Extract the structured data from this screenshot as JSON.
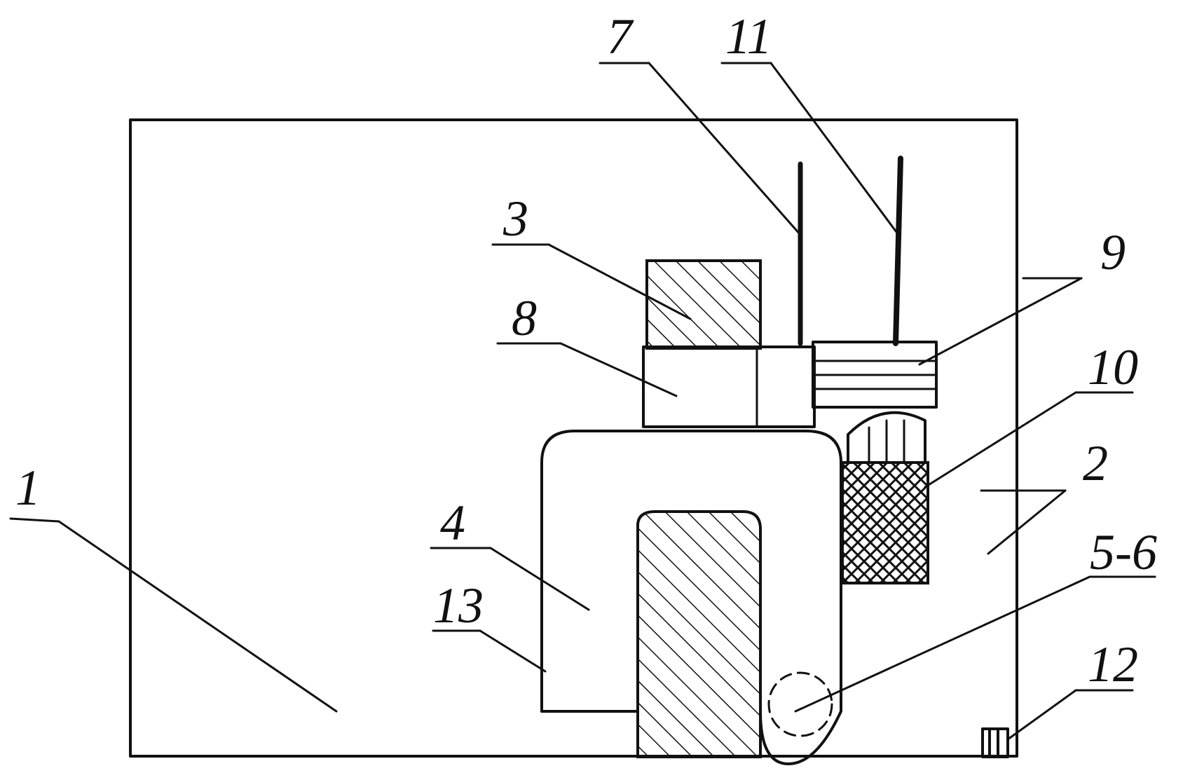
{
  "labels": {
    "l1": "1",
    "l2": "2",
    "l3": "3",
    "l4": "4",
    "l5_6": "5-6",
    "l7": "7",
    "l8": "8",
    "l9": "9",
    "l10": "10",
    "l11": "11",
    "l12": "12",
    "l13": "13"
  },
  "colors": {
    "ink": "#111111",
    "background": "#ffffff"
  }
}
